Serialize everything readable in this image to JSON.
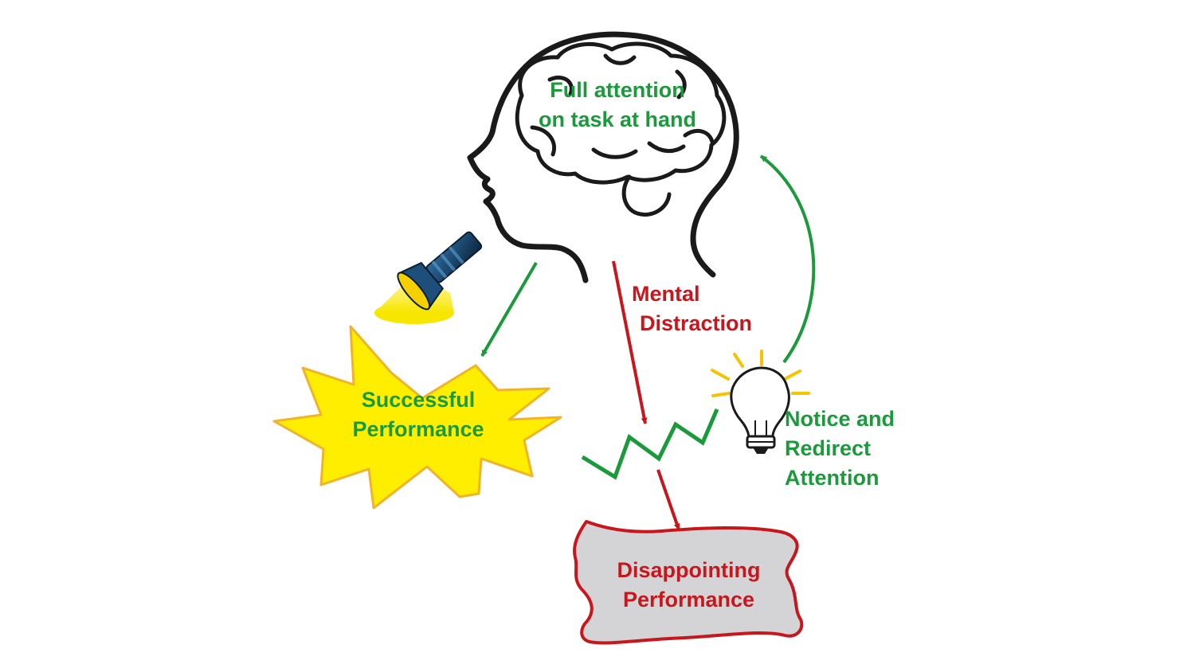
{
  "labels": {
    "focus": [
      "Full attention",
      "on task at hand"
    ],
    "distraction": [
      "Mental",
      "Distraction"
    ],
    "success": [
      "Successful",
      "Performance"
    ],
    "failure": [
      "Disappointing",
      "Performance"
    ],
    "redirect": [
      "Notice and",
      "Redirect",
      "Attention"
    ]
  },
  "icons": [
    "head-brain-outline",
    "flashlight-icon",
    "light-bulb-icon",
    "starburst",
    "scroll-banner",
    "zigzag-line"
  ],
  "colors": {
    "green": "#1b9a3c",
    "red": "#c8161d",
    "yellow": "#ffee00",
    "star_outline": "#f0b429",
    "scroll_fill": "#d4d4d6",
    "outline": "#1a1a1a"
  }
}
